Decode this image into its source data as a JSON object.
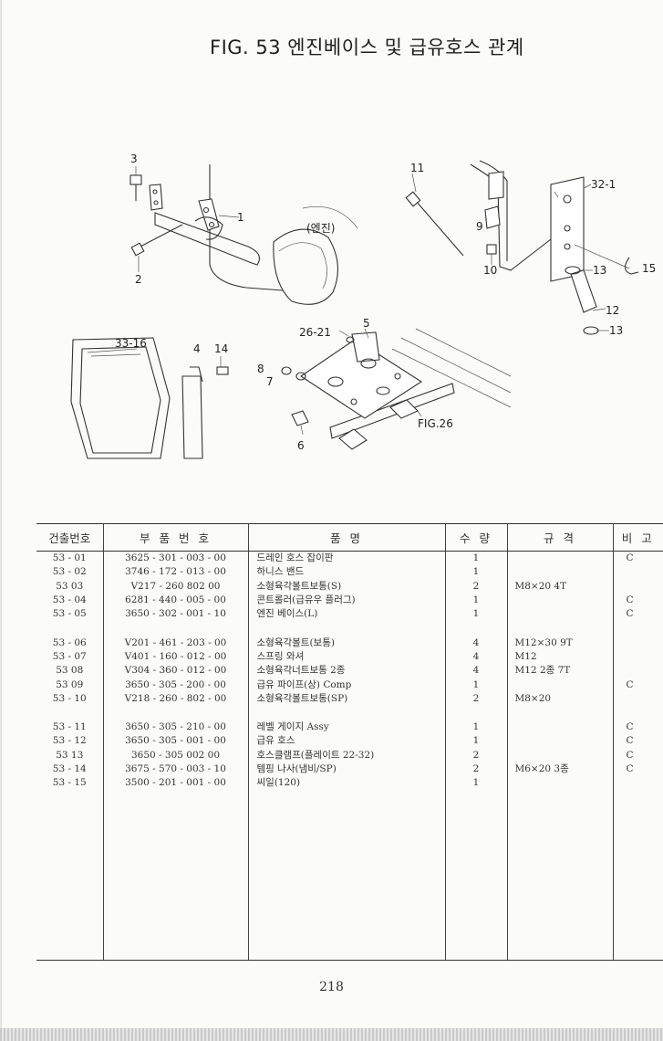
{
  "page": {
    "title": "FIG. 53 엔진베이스 및 급유호스 관계",
    "page_number": "218"
  },
  "diagram": {
    "engine_label": "(엔진)",
    "ref_label": "FIG.26",
    "callouts": [
      "3",
      "1",
      "2",
      "11",
      "32-1",
      "9",
      "10",
      "13",
      "15",
      "12",
      "13",
      "33-16",
      "4",
      "14",
      "26-21",
      "5",
      "8",
      "7",
      "6"
    ]
  },
  "table": {
    "headers": [
      "건출번호",
      "부 품 번 호",
      "품 명",
      "수 량",
      "규 격",
      "비 고"
    ],
    "groups": [
      [
        {
          "no": "53 - 01",
          "part": "3625 - 301 - 003 - 00",
          "name": "드레인 호스 잡이판",
          "qty": "1",
          "spec": "",
          "remark": "C"
        },
        {
          "no": "53 - 02",
          "part": "3746 - 172 - 013 - 00",
          "name": "하니스 밴드",
          "qty": "1",
          "spec": "",
          "remark": ""
        },
        {
          "no": "53   03",
          "part": "V217 - 260   802   00",
          "name": "소형육각볼트보통(S)",
          "qty": "2",
          "spec": "M8×20 4T",
          "remark": ""
        },
        {
          "no": "53 - 04",
          "part": "6281 - 440 - 005 - 00",
          "name": "콘트롤러(급유우 플러그)",
          "qty": "1",
          "spec": "",
          "remark": "C"
        },
        {
          "no": "53 - 05",
          "part": "3650 - 302 - 001 - 10",
          "name": "엔진 베이스(L)",
          "qty": "1",
          "spec": "",
          "remark": "C"
        }
      ],
      [
        {
          "no": "53 - 06",
          "part": "V201 - 461 - 203 - 00",
          "name": "소형육각볼트(보통)",
          "qty": "4",
          "spec": "M12×30 9T",
          "remark": ""
        },
        {
          "no": "53 - 07",
          "part": "V401 - 160 - 012 - 00",
          "name": "스프링 와셔",
          "qty": "4",
          "spec": "M12",
          "remark": ""
        },
        {
          "no": "53   08",
          "part": "V304 - 360 - 012 - 00",
          "name": "소형육각너트보통 2종",
          "qty": "4",
          "spec": "M12 2종 7T",
          "remark": ""
        },
        {
          "no": "53   09",
          "part": "3650 - 305 - 200 - 00",
          "name": "급유 파이프(상) Comp",
          "qty": "1",
          "spec": "",
          "remark": "C"
        },
        {
          "no": "53 - 10",
          "part": "V218 - 260 - 802 - 00",
          "name": "소형육각볼트보통(SP)",
          "qty": "2",
          "spec": "M8×20",
          "remark": ""
        }
      ],
      [
        {
          "no": "53 - 11",
          "part": "3650 - 305 - 210 - 00",
          "name": "레벨 게이지 Assy",
          "qty": "1",
          "spec": "",
          "remark": "C"
        },
        {
          "no": "53 - 12",
          "part": "3650 - 305 - 001 - 00",
          "name": "급유 호스",
          "qty": "1",
          "spec": "",
          "remark": "C"
        },
        {
          "no": "53   13",
          "part": "3650 - 305   002   00",
          "name": "호스클램프(플레이트 22-32)",
          "qty": "2",
          "spec": "",
          "remark": "C"
        },
        {
          "no": "53 - 14",
          "part": "3675 - 570 - 003 - 10",
          "name": "템핑 나사(냄비/SP)",
          "qty": "2",
          "spec": "M6×20 3종",
          "remark": "C"
        },
        {
          "no": "53 - 15",
          "part": "3500 - 201 - 001 - 00",
          "name": "씨일(120)",
          "qty": "1",
          "spec": "",
          "remark": ""
        }
      ]
    ]
  }
}
